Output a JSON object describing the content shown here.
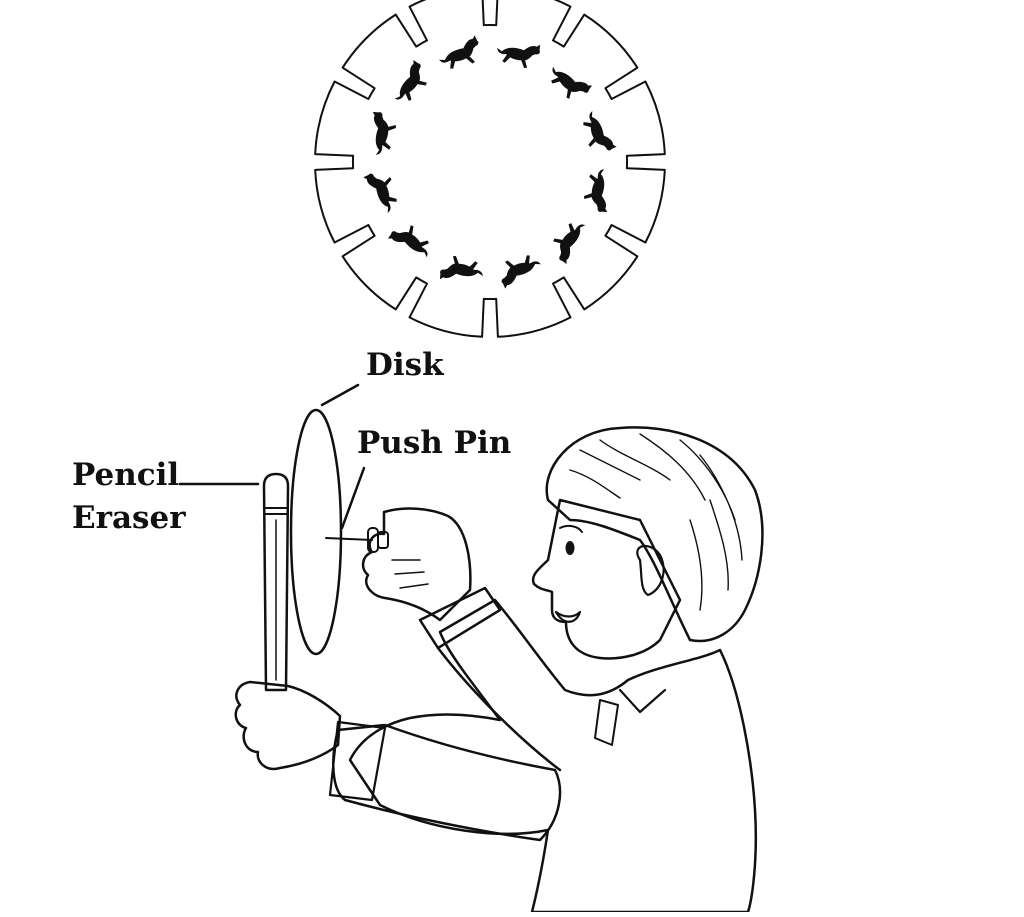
{
  "labels": {
    "disk": "Disk",
    "push_pin": "Push Pin",
    "pencil": "Pencil",
    "eraser": "Eraser"
  },
  "zoetrope": {
    "slot_count": 12,
    "animal_count": 12,
    "animal_icon": "running-dog-icon"
  },
  "colors": {
    "ink": "#111111",
    "paper": "#ffffff"
  }
}
